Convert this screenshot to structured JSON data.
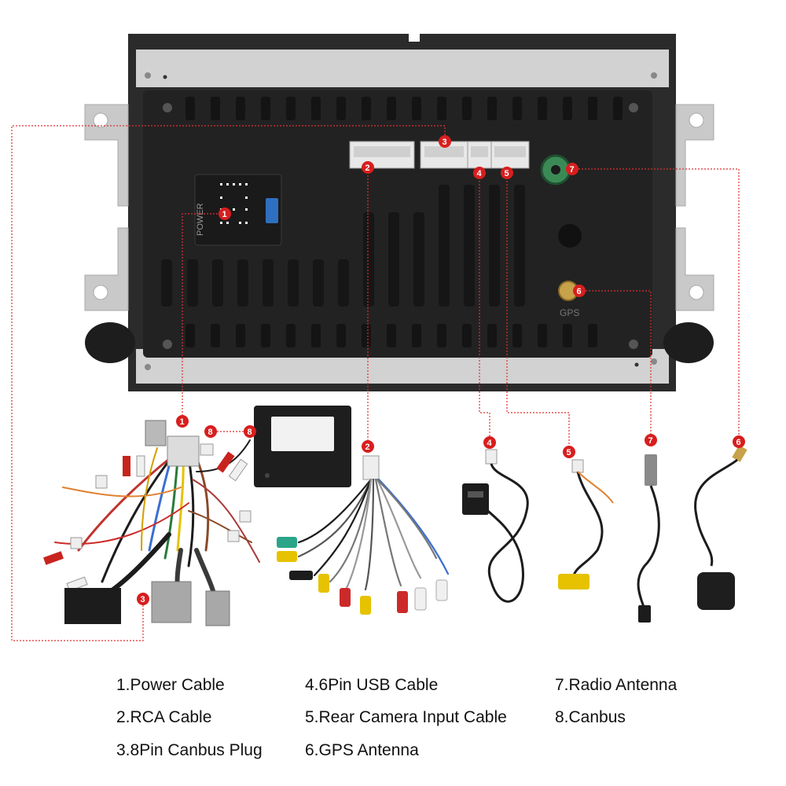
{
  "legend": [
    {
      "id": "1",
      "text": "1.Power Cable"
    },
    {
      "id": "2",
      "text": "2.RCA Cable"
    },
    {
      "id": "3",
      "text": "3.8Pin Canbus Plug"
    },
    {
      "id": "4",
      "text": "4.6Pin USB Cable"
    },
    {
      "id": "5",
      "text": "5.Rear Camera Input Cable"
    },
    {
      "id": "6",
      "text": "6.GPS Antenna"
    },
    {
      "id": "7",
      "text": "7.Radio Antenna"
    },
    {
      "id": "8",
      "text": "8.Canbus"
    }
  ],
  "unit_labels": {
    "gps": "GPS",
    "power": "POWER"
  },
  "colors": {
    "badge": "#d81e1e",
    "leader_line": "#e03030",
    "unit_body": "#222222",
    "bracket": "#c9c9c9"
  }
}
